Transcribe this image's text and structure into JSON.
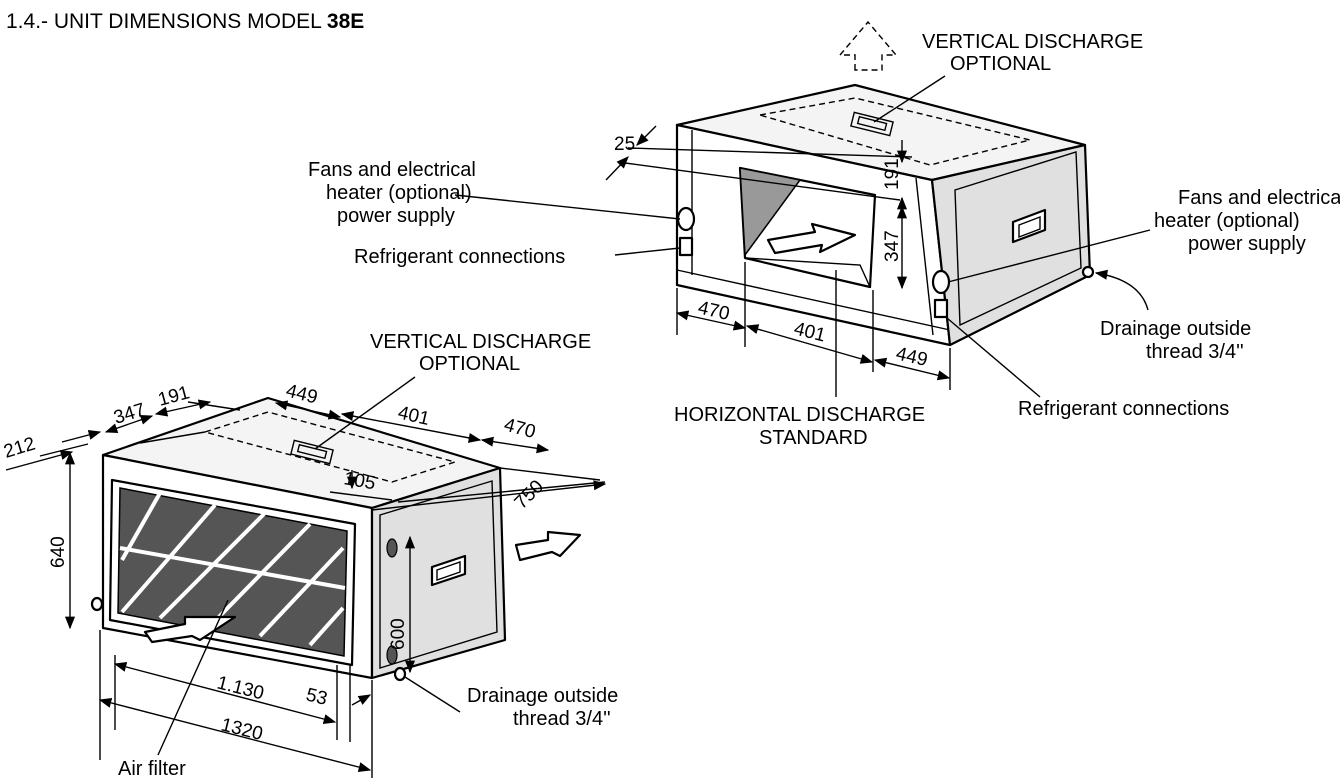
{
  "title": {
    "prefix": "1.4.- UNIT DIMENSIONS  MODEL ",
    "model": "38E"
  },
  "top_unit": {
    "vertical_discharge": [
      "VERTICAL DISCHARGE",
      "OPTIONAL"
    ],
    "fans_left": [
      "Fans and electrical",
      "heater (optional)",
      "power supply"
    ],
    "refrigerant_left": "Refrigerant connections",
    "fans_right": [
      "Fans and electrical",
      "heater (optional)",
      "power supply"
    ],
    "drainage": [
      "Drainage outside",
      "thread 3/4''"
    ],
    "refrigerant_right": "Refrigerant connections",
    "horizontal_discharge": [
      "HORIZONTAL DISCHARGE",
      "STANDARD"
    ],
    "dims": {
      "d25": "25",
      "d191": "191",
      "d347": "347",
      "d470": "470",
      "d401": "401",
      "d449": "449"
    }
  },
  "bottom_unit": {
    "vertical_discharge": [
      "VERTICAL DISCHARGE",
      "OPTIONAL"
    ],
    "drainage": [
      "Drainage outside",
      "thread 3/4''"
    ],
    "air_filter": "Air filter",
    "dims": {
      "d212": "212",
      "d347": "347",
      "d191": "191",
      "d449": "449",
      "d401": "401",
      "d470": "470",
      "d105": "105",
      "d750": "750",
      "d640": "640",
      "d600": "600",
      "d1130": "1.130",
      "d53": "53",
      "d1320": "1320"
    }
  },
  "colors": {
    "line": "#000000",
    "panel": "#e0e0e0",
    "filter": "#555555",
    "background": "#ffffff"
  }
}
